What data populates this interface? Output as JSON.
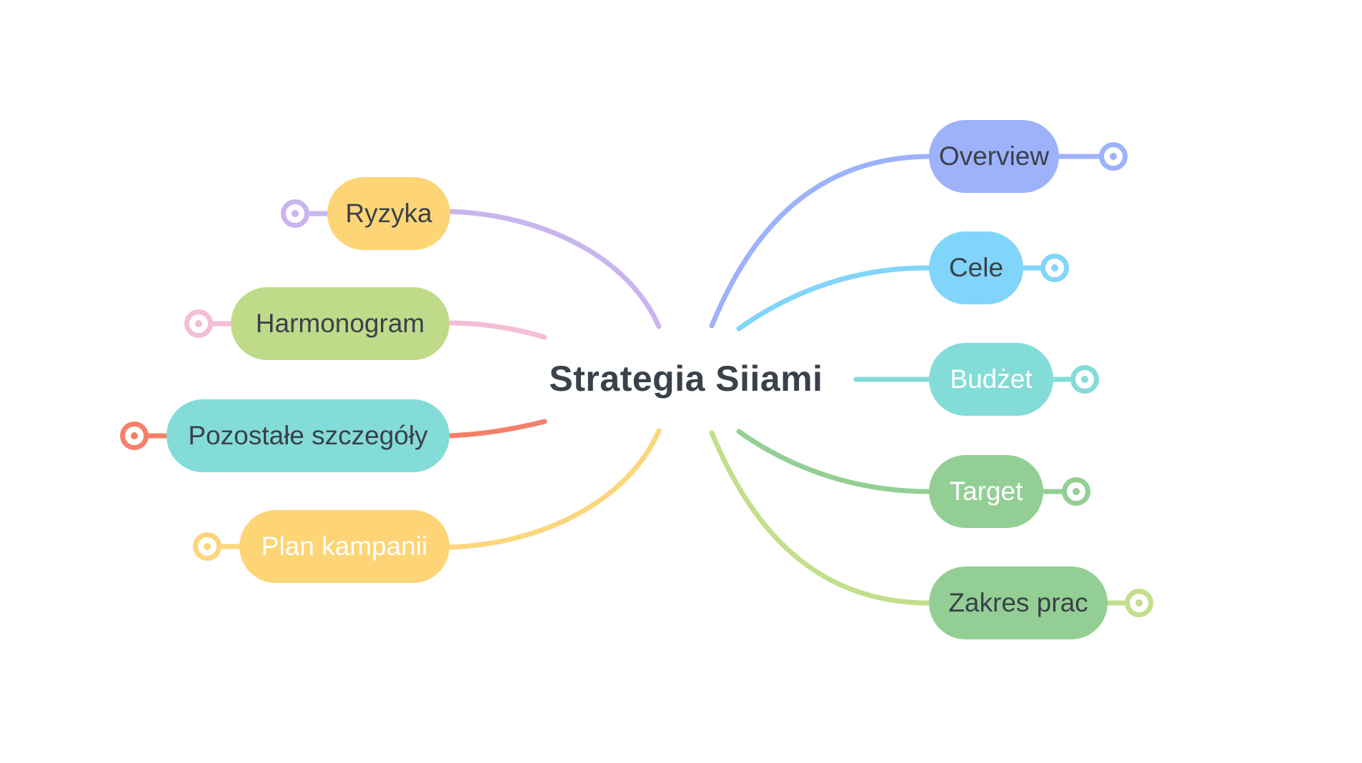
{
  "map": {
    "central_topic": "Strategia Siiami",
    "branches_left": [
      {
        "label": "Ryzyka",
        "fill": "#fdd576",
        "text_color": "#3a4149",
        "line": "#c8b5ee"
      },
      {
        "label": "Harmonogram",
        "fill": "#bfdb8a",
        "text_color": "#3a4149",
        "line": "#f5bdd6"
      },
      {
        "label": "Pozostałe szczegóły",
        "fill": "#84dcd8",
        "text_color": "#3a4149",
        "line": "#f48068"
      },
      {
        "label": "Plan kampanii",
        "fill": "#fdd576",
        "text_color": "#ffffff",
        "line": "#fbd67c"
      }
    ],
    "branches_right": [
      {
        "label": "Overview",
        "fill": "#9db2fb",
        "text_color": "#3a4149",
        "line": "#9db2fb"
      },
      {
        "label": "Cele",
        "fill": "#81d4fa",
        "text_color": "#3a4149",
        "line": "#81d4fa"
      },
      {
        "label": "Budżet",
        "fill": "#84dcd8",
        "text_color": "#ffffff",
        "line": "#84dcd8"
      },
      {
        "label": "Target",
        "fill": "#93cf94",
        "text_color": "#ffffff",
        "line": "#93cf94"
      },
      {
        "label": "Zakres prac",
        "fill": "#93cf94",
        "text_color": "#3a4149",
        "line": "#c3df8c"
      }
    ]
  }
}
